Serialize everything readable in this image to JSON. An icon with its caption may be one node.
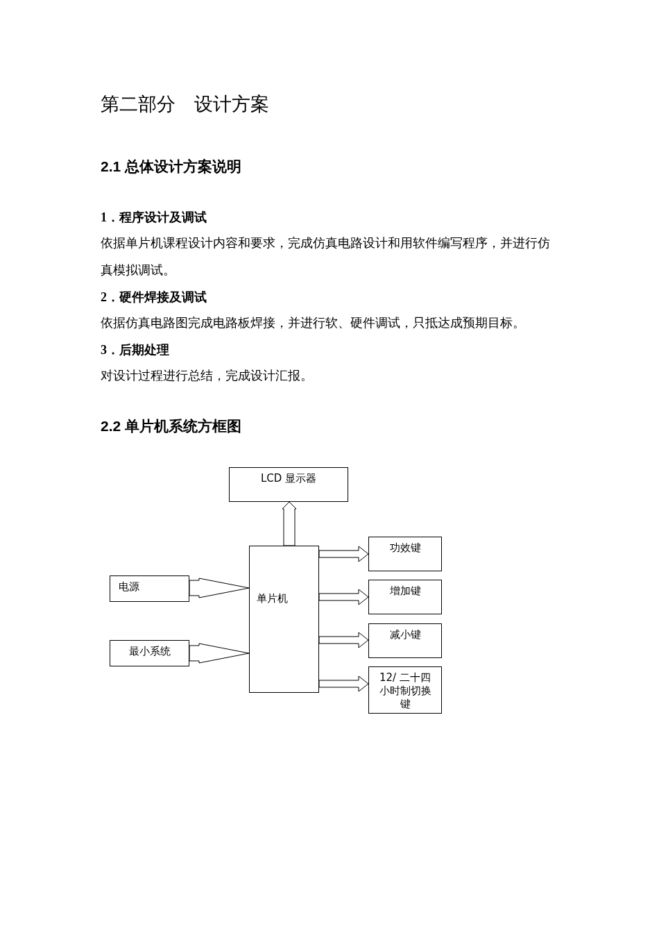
{
  "diagram": {
    "title": "第二部分　设计方案",
    "nodes": [
      {
        "text": [
          "LCD 显示器"
        ]
      },
      {
        "text": [
          "电源"
        ]
      },
      {
        "text": [
          "单片机"
        ]
      },
      {
        "text": [
          "最小系统"
        ]
      },
      {
        "text": [
          "功效键"
        ]
      },
      {
        "text": [
          "增加键"
        ]
      },
      {
        "text": [
          "减小键"
        ]
      },
      {
        "text": [
          "12/ 二十四小时制切换键"
        ]
      }
    ],
    "edges": [
      {
        "from": 1,
        "to": 2,
        "arrow": "to"
      },
      {
        "from": 3,
        "to": 2,
        "arrow": "to"
      },
      {
        "from": 2,
        "to": 0,
        "arrow": "to"
      },
      {
        "from": 2,
        "to": 4,
        "arrow": "to"
      },
      {
        "from": 2,
        "to": 5,
        "arrow": "to"
      },
      {
        "from": 2,
        "to": 6,
        "arrow": "to"
      },
      {
        "from": 2,
        "to": 7,
        "arrow": "to"
      }
    ],
    "labels": [
      "2.1  总体设计方案说明",
      "1．程序设计及调试",
      "依据单片机课程设计内容和要求，完成仿真电路设计和用软件编写程序，并进行仿真模拟调试。",
      "2．硬件焊接及调试",
      "依据仿真电路图完成电路板焊接，并进行软、硬件调试，只抵达成预期目标。",
      "3．后期处理",
      "对设计过程进行总结，完成设计汇报。",
      "2.2  单片机系统方框图"
    ]
  }
}
